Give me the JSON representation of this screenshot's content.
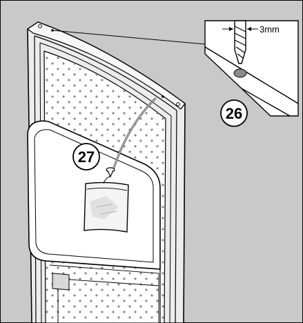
{
  "labels": {
    "step_drill": "26",
    "step_bag": "27",
    "drill_size": "3mm"
  },
  "colors": {
    "background": "#c9c9c9",
    "panel_white": "#ffffff",
    "frame_light": "#e6e6e6",
    "outline": "#000000"
  }
}
